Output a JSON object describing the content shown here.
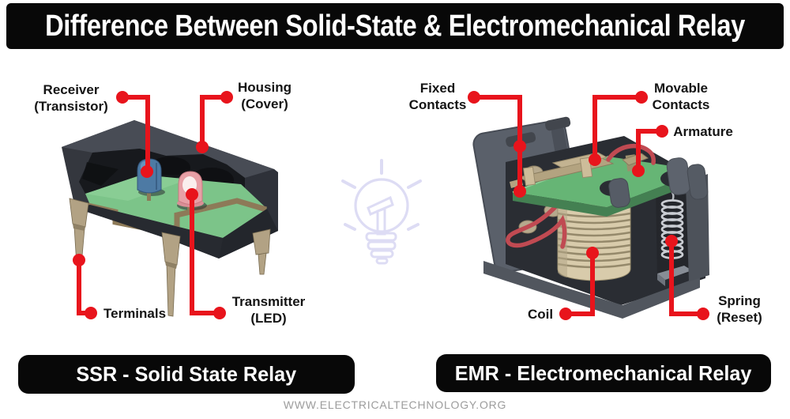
{
  "title": "Difference Between Solid-State & Electromechanical Relay",
  "footer": "WWW.ELECTRICALTECHNOLOGY.ORG",
  "colors": {
    "callout": "#e8141c",
    "bar_bg": "#080808",
    "watermark": "#dddcf4"
  },
  "ssr": {
    "caption": "SSR - Solid State Relay",
    "labels": {
      "receiver": {
        "line1": "Receiver",
        "line2": "(Transistor)"
      },
      "housing": {
        "line1": "Housing",
        "line2": "(Cover)"
      },
      "terminals": {
        "line1": "Terminals"
      },
      "transmitter": {
        "line1": "Transmitter",
        "line2": "(LED)"
      }
    }
  },
  "emr": {
    "caption": "EMR - Electromechanical Relay",
    "labels": {
      "fixed_contacts": {
        "line1": "Fixed",
        "line2": "Contacts"
      },
      "movable_contacts": {
        "line1": "Movable",
        "line2": "Contacts"
      },
      "armature": {
        "line1": "Armature"
      },
      "coil": {
        "line1": "Coil"
      },
      "spring": {
        "line1": "Spring",
        "line2": "(Reset)"
      }
    }
  }
}
